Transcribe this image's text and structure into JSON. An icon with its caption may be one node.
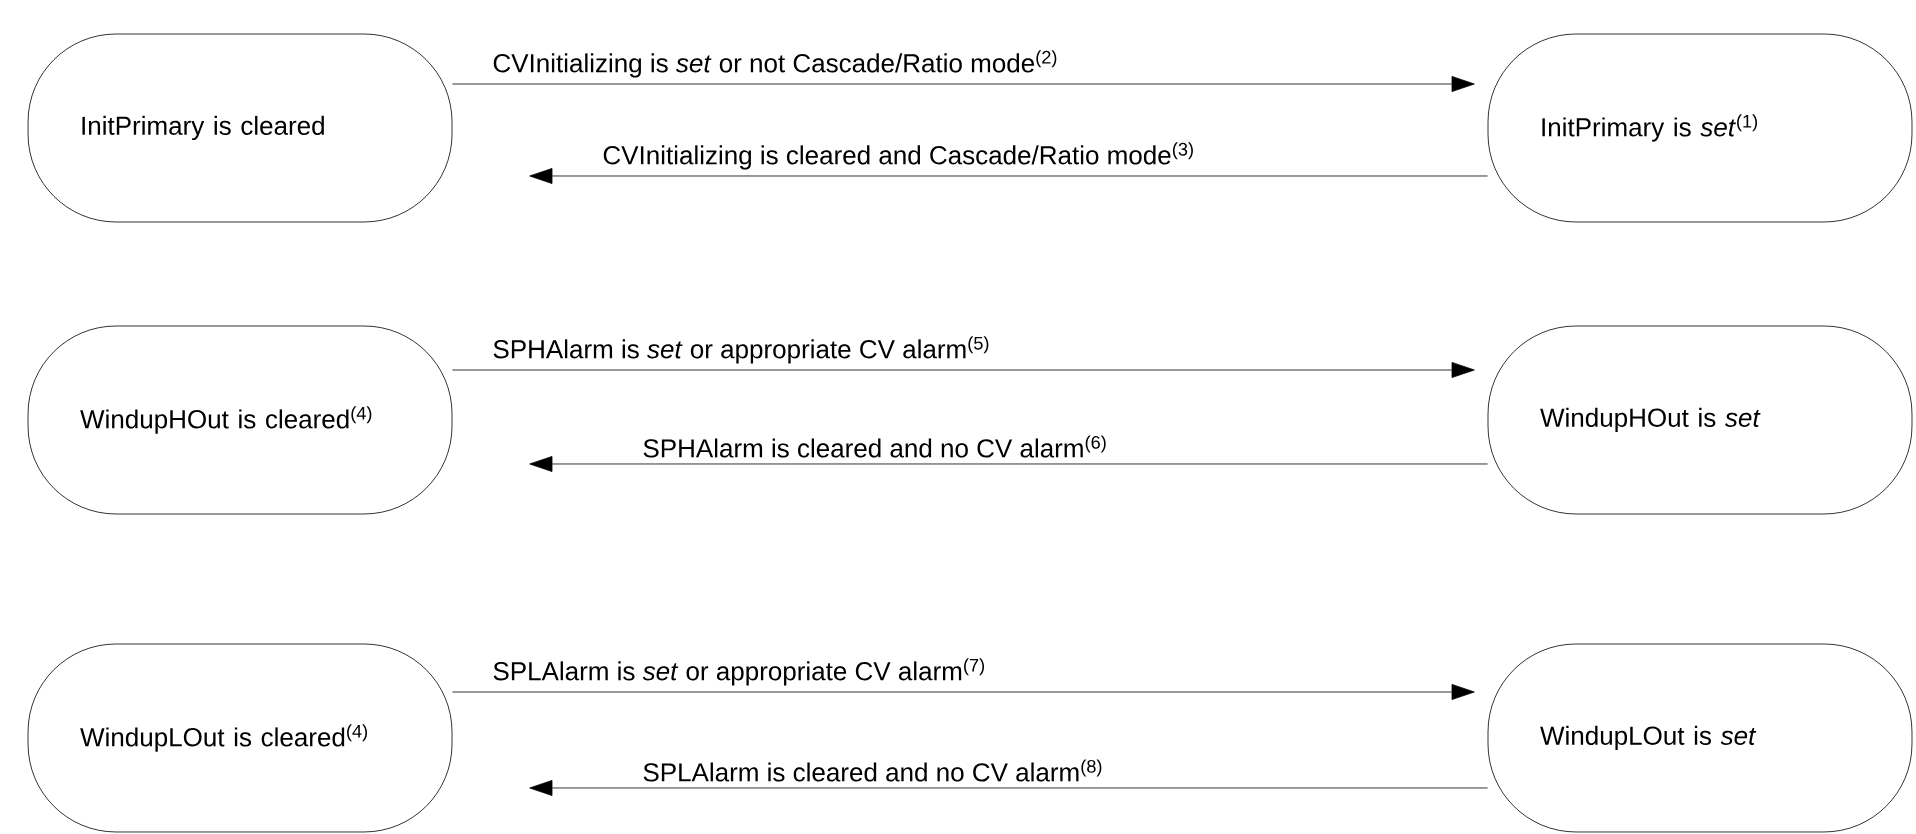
{
  "diagram": {
    "nodes": [
      {
        "text": [
          "InitPrimary is cleared"
        ]
      },
      {
        "text": [
          "InitPrimary is *set*$^{(1)}$"
        ]
      },
      {
        "text": [
          "WindupHOut is cleared$^{(4)}$"
        ]
      },
      {
        "text": [
          "WindupHOut is *set*"
        ]
      },
      {
        "text": [
          "WindupLOut is cleared$^{(4)}$"
        ]
      },
      {
        "text": [
          "WindupLOut is *set*"
        ]
      }
    ],
    "edges": [
      {
        "from": 0,
        "to": 1,
        "arrow": "to",
        "label": "CVInitializing is *set* or not Cascade/Ratio mode$^{(2)}$"
      },
      {
        "from": 1,
        "to": 0,
        "arrow": "to",
        "label": "CVInitializing is cleared and Cascade/Ratio mode$^{(3)}$"
      },
      {
        "from": 2,
        "to": 3,
        "arrow": "to",
        "label": "SPHAlarm is *set* or appropriate CV alarm$^{(5)}$"
      },
      {
        "from": 3,
        "to": 2,
        "arrow": "to",
        "label": "SPHAlarm is cleared and no CV alarm$^{(6)}$"
      },
      {
        "from": 4,
        "to": 5,
        "arrow": "to",
        "label": "SPLAlarm is *set* or appropriate CV alarm$^{(7)}$"
      },
      {
        "from": 5,
        "to": 4,
        "arrow": "to",
        "label": "SPLAlarm is cleared and no CV alarm$^{(8)}$"
      }
    ]
  }
}
